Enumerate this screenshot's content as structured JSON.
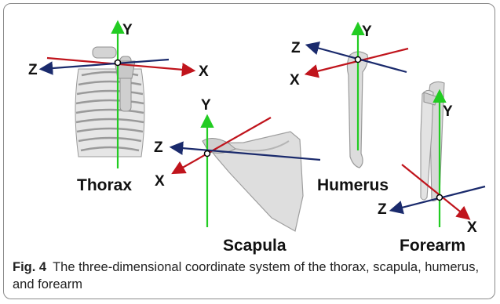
{
  "figure": {
    "panels": {
      "thorax": {
        "label": "Thorax",
        "axes": {
          "y": "Y",
          "x": "X",
          "z": "Z"
        }
      },
      "scapula": {
        "label": "Scapula",
        "axes": {
          "y": "Y",
          "x": "X",
          "z": "Z"
        }
      },
      "humerus": {
        "label": "Humerus",
        "axes": {
          "y": "Y",
          "x": "X",
          "z": "Z"
        }
      },
      "forearm": {
        "label": "Forearm",
        "axes": {
          "y": "Y",
          "x": "X",
          "z": "Z"
        }
      }
    },
    "colors": {
      "y_axis": "#22cc22",
      "x_axis": "#c0141c",
      "z_axis": "#1a2a6c",
      "bone": "#d8d8d8"
    }
  },
  "caption": {
    "number": "Fig. 4",
    "text": "The three-dimensional coordinate system of the thorax, scapula, humerus, and forearm"
  }
}
